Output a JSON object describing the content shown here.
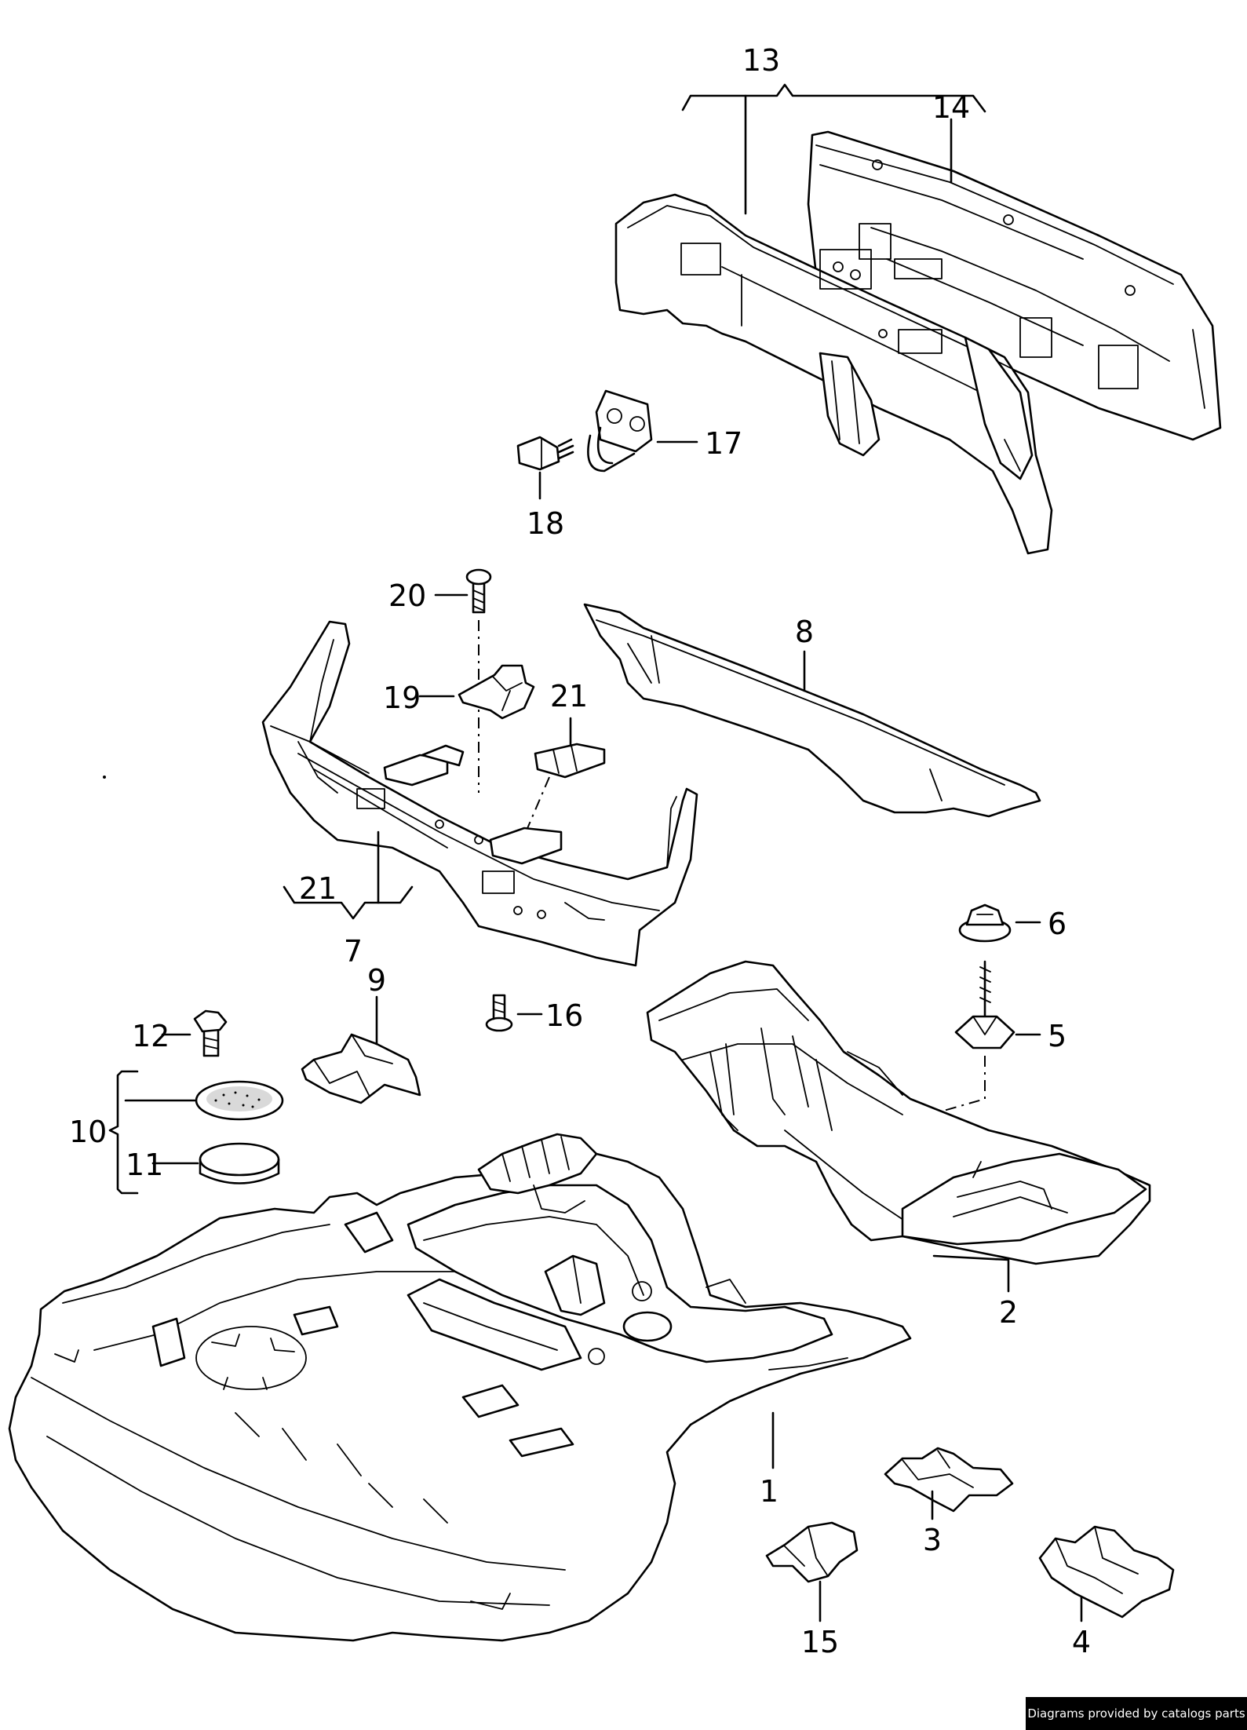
{
  "callouts": {
    "c1": "1",
    "c2": "2",
    "c3": "3",
    "c4": "4",
    "c5": "5",
    "c6": "6",
    "c7": "7",
    "c8": "8",
    "c9": "9",
    "c10": "10",
    "c11": "11",
    "c12": "12",
    "c13": "13",
    "c14": "14",
    "c15": "15",
    "c16": "16",
    "c17": "17",
    "c18": "18",
    "c19": "19",
    "c20": "20",
    "c21a": "21",
    "c21b": "21"
  },
  "credit": "Diagrams provided by catalogs parts"
}
